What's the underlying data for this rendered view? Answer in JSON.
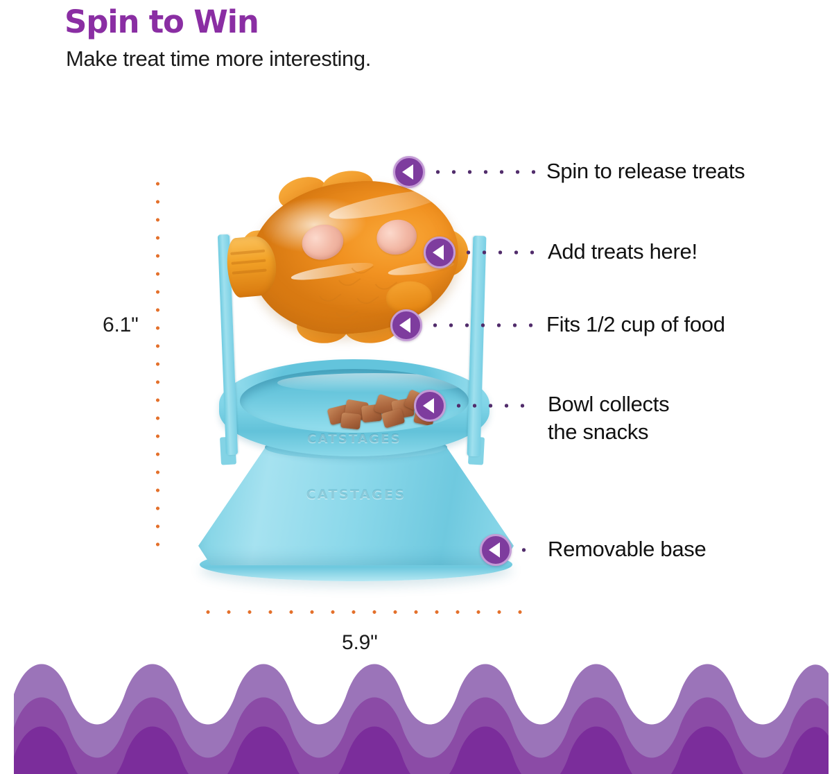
{
  "header": {
    "title": "Spin to Win",
    "subtitle": "Make treat time more interesting.",
    "title_color": "#8A2EA3",
    "subtitle_color": "#1b1b1b"
  },
  "dimensions": {
    "height": {
      "label": "6.1\"",
      "guide_color": "#E4712C"
    },
    "width": {
      "label": "5.9\"",
      "guide_color": "#E4712C"
    }
  },
  "product": {
    "brand_embossed_bowl": "CATSTAGES",
    "brand_embossed_base": "CATSTAGES",
    "colors": {
      "toy_orange": "#F39A23",
      "bowl_blue": "#7FD4E7",
      "base_blue": "#8BD8EA",
      "kibble_brown": "#A9643C",
      "eye_pink": "#F2B7A4"
    }
  },
  "callouts": [
    {
      "id": "spin-to-release-treats",
      "text": "Spin to release treats"
    },
    {
      "id": "add-treats-here",
      "text": "Add treats here!"
    },
    {
      "id": "fits-half-cup-of-food",
      "text": "Fits 1/2 cup of food"
    },
    {
      "id": "bowl-collects-snacks",
      "text": "Bowl collects\nthe snacks"
    },
    {
      "id": "removable-base",
      "text": "Removable base"
    }
  ],
  "callout_style": {
    "marker_fill": "#7E3C9E",
    "marker_ring": "#C49BD6",
    "arrow_color": "#FFFFFF",
    "dot_color": "#512C6B",
    "text_color": "#111111"
  },
  "footer_waves": {
    "layer_light": "#9B74B9",
    "layer_mid": "#8B4BA6",
    "layer_dark": "#7B2D9B",
    "wave_count": 7
  }
}
